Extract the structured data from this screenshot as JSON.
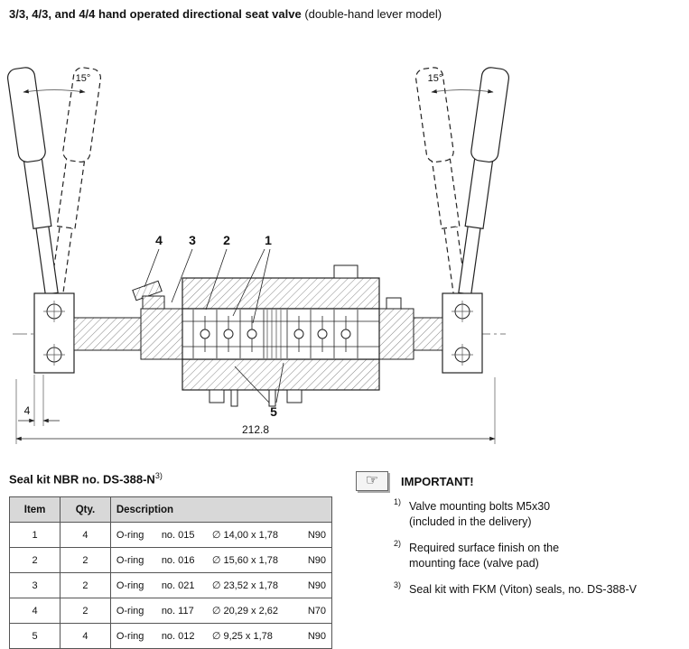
{
  "header": {
    "title_bold": "3/3, 4/3, and 4/4 hand operated directional seat valve",
    "title_normal": "(double-hand lever model)"
  },
  "drawing": {
    "angle_left": "15°",
    "angle_right": "15°",
    "callout_1": "1",
    "callout_2": "2",
    "callout_3": "3",
    "callout_4": "4",
    "callout_5": "5",
    "dim_left": "4",
    "dim_overall": "212.8"
  },
  "seal_table": {
    "title": "Seal kit NBR no. DS-388-N",
    "title_note_ref": "3)",
    "headers": {
      "item": "Item",
      "qty": "Qty.",
      "description": "Description"
    },
    "rows": [
      {
        "item": "1",
        "qty": "4",
        "type": "O-ring",
        "no": "no. 015",
        "size": "∅ 14,00 x 1,78",
        "grade": "N90"
      },
      {
        "item": "2",
        "qty": "2",
        "type": "O-ring",
        "no": "no. 016",
        "size": "∅ 15,60 x 1,78",
        "grade": "N90"
      },
      {
        "item": "3",
        "qty": "2",
        "type": "O-ring",
        "no": "no. 021",
        "size": "∅ 23,52 x 1,78",
        "grade": "N90"
      },
      {
        "item": "4",
        "qty": "2",
        "type": "O-ring",
        "no": "no. 117",
        "size": "∅ 20,29 x 2,62",
        "grade": "N70"
      },
      {
        "item": "5",
        "qty": "4",
        "type": "O-ring",
        "no": "no. 012",
        "size": "∅ 9,25 x 1,78",
        "grade": "N90"
      }
    ]
  },
  "notes": {
    "hand_icon": "☞",
    "title": "IMPORTANT!",
    "items": [
      {
        "ref": "1)",
        "line1": "Valve mounting bolts M5x30",
        "line2": "(included in the delivery)"
      },
      {
        "ref": "2)",
        "line1": "Required surface finish on the",
        "line2": "mounting face (valve pad)"
      },
      {
        "ref": "3)",
        "line1": "Seal kit with FKM (Viton) seals, no. DS-388-V",
        "line2": ""
      }
    ]
  }
}
